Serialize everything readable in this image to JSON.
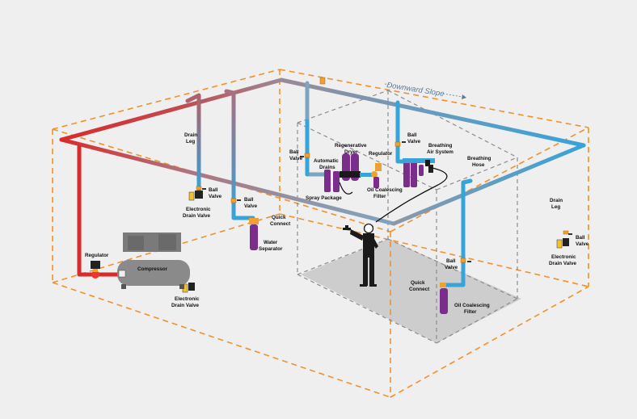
{
  "labels": {
    "downward_slope": "Downward Slope",
    "drain_leg_left_1": "Drain",
    "drain_leg_left_2": "Leg",
    "ball_valve_left_1": "Ball",
    "ball_valve_left_2": "Valve",
    "electronic_drain_valve_left_1": "Electronic",
    "electronic_drain_valve_left_2": "Drain Valve",
    "ball_valve_mid_1": "Ball",
    "ball_valve_mid_2": "Valve",
    "quick_connect_1": "Quick",
    "quick_connect_2": "Connect",
    "water_separator_1": "Water",
    "water_separator_2": "Separator",
    "regulator_left": "Regulator",
    "compressor": "Compressor",
    "electronic_drain_valve_comp_1": "Electronic",
    "electronic_drain_valve_comp_2": "Drain Valve",
    "ball_valve_spray_1": "Ball",
    "ball_valve_spray_2": "Valve",
    "automatic_drains_1": "Automatic",
    "automatic_drains_2": "Drains",
    "regenerative_dryer_1": "Regenerative",
    "regenerative_dryer_2": "Dryer",
    "regulator_spray": "Regulator",
    "spray_package": "Spray Package",
    "oil_coalescing_filter_top_1": "Oil Coalescing",
    "oil_coalescing_filter_top_2": "Filter",
    "ball_valve_breathing_1": "Ball",
    "ball_valve_breathing_2": "Valve",
    "breathing_air_system_1": "Breathing",
    "breathing_air_system_2": "Air System",
    "breathing_hose_1": "Breathing",
    "breathing_hose_2": "Hose",
    "drain_leg_right_1": "Drain",
    "drain_leg_right_2": "Leg",
    "ball_valve_right_1": "Ball",
    "ball_valve_right_2": "Valve",
    "electronic_drain_valve_right_1": "Electronic",
    "electronic_drain_valve_right_2": "Drain Valve",
    "ball_valve_floor_1": "Ball",
    "ball_valve_floor_2": "Valve",
    "quick_connect_floor_1": "Quick",
    "quick_connect_floor_2": "Connect",
    "oil_coalescing_filter_floor_1": "Oil Coalescing",
    "oil_coalescing_filter_floor_2": "Filter"
  },
  "colors": {
    "background": "#efefef",
    "hot_pipe": "#d92b2b",
    "cold_pipe": "#36a3d9",
    "mid_pipe": "#9a8a95",
    "room_outline": "#f0922b",
    "inner_room": "#8c8c8c",
    "floor": "#cdcdcd",
    "filter": "#7b2d8b",
    "fitting": "#f0a030",
    "compressor": "#8a8a8a",
    "worker": "#1a1a1a"
  }
}
